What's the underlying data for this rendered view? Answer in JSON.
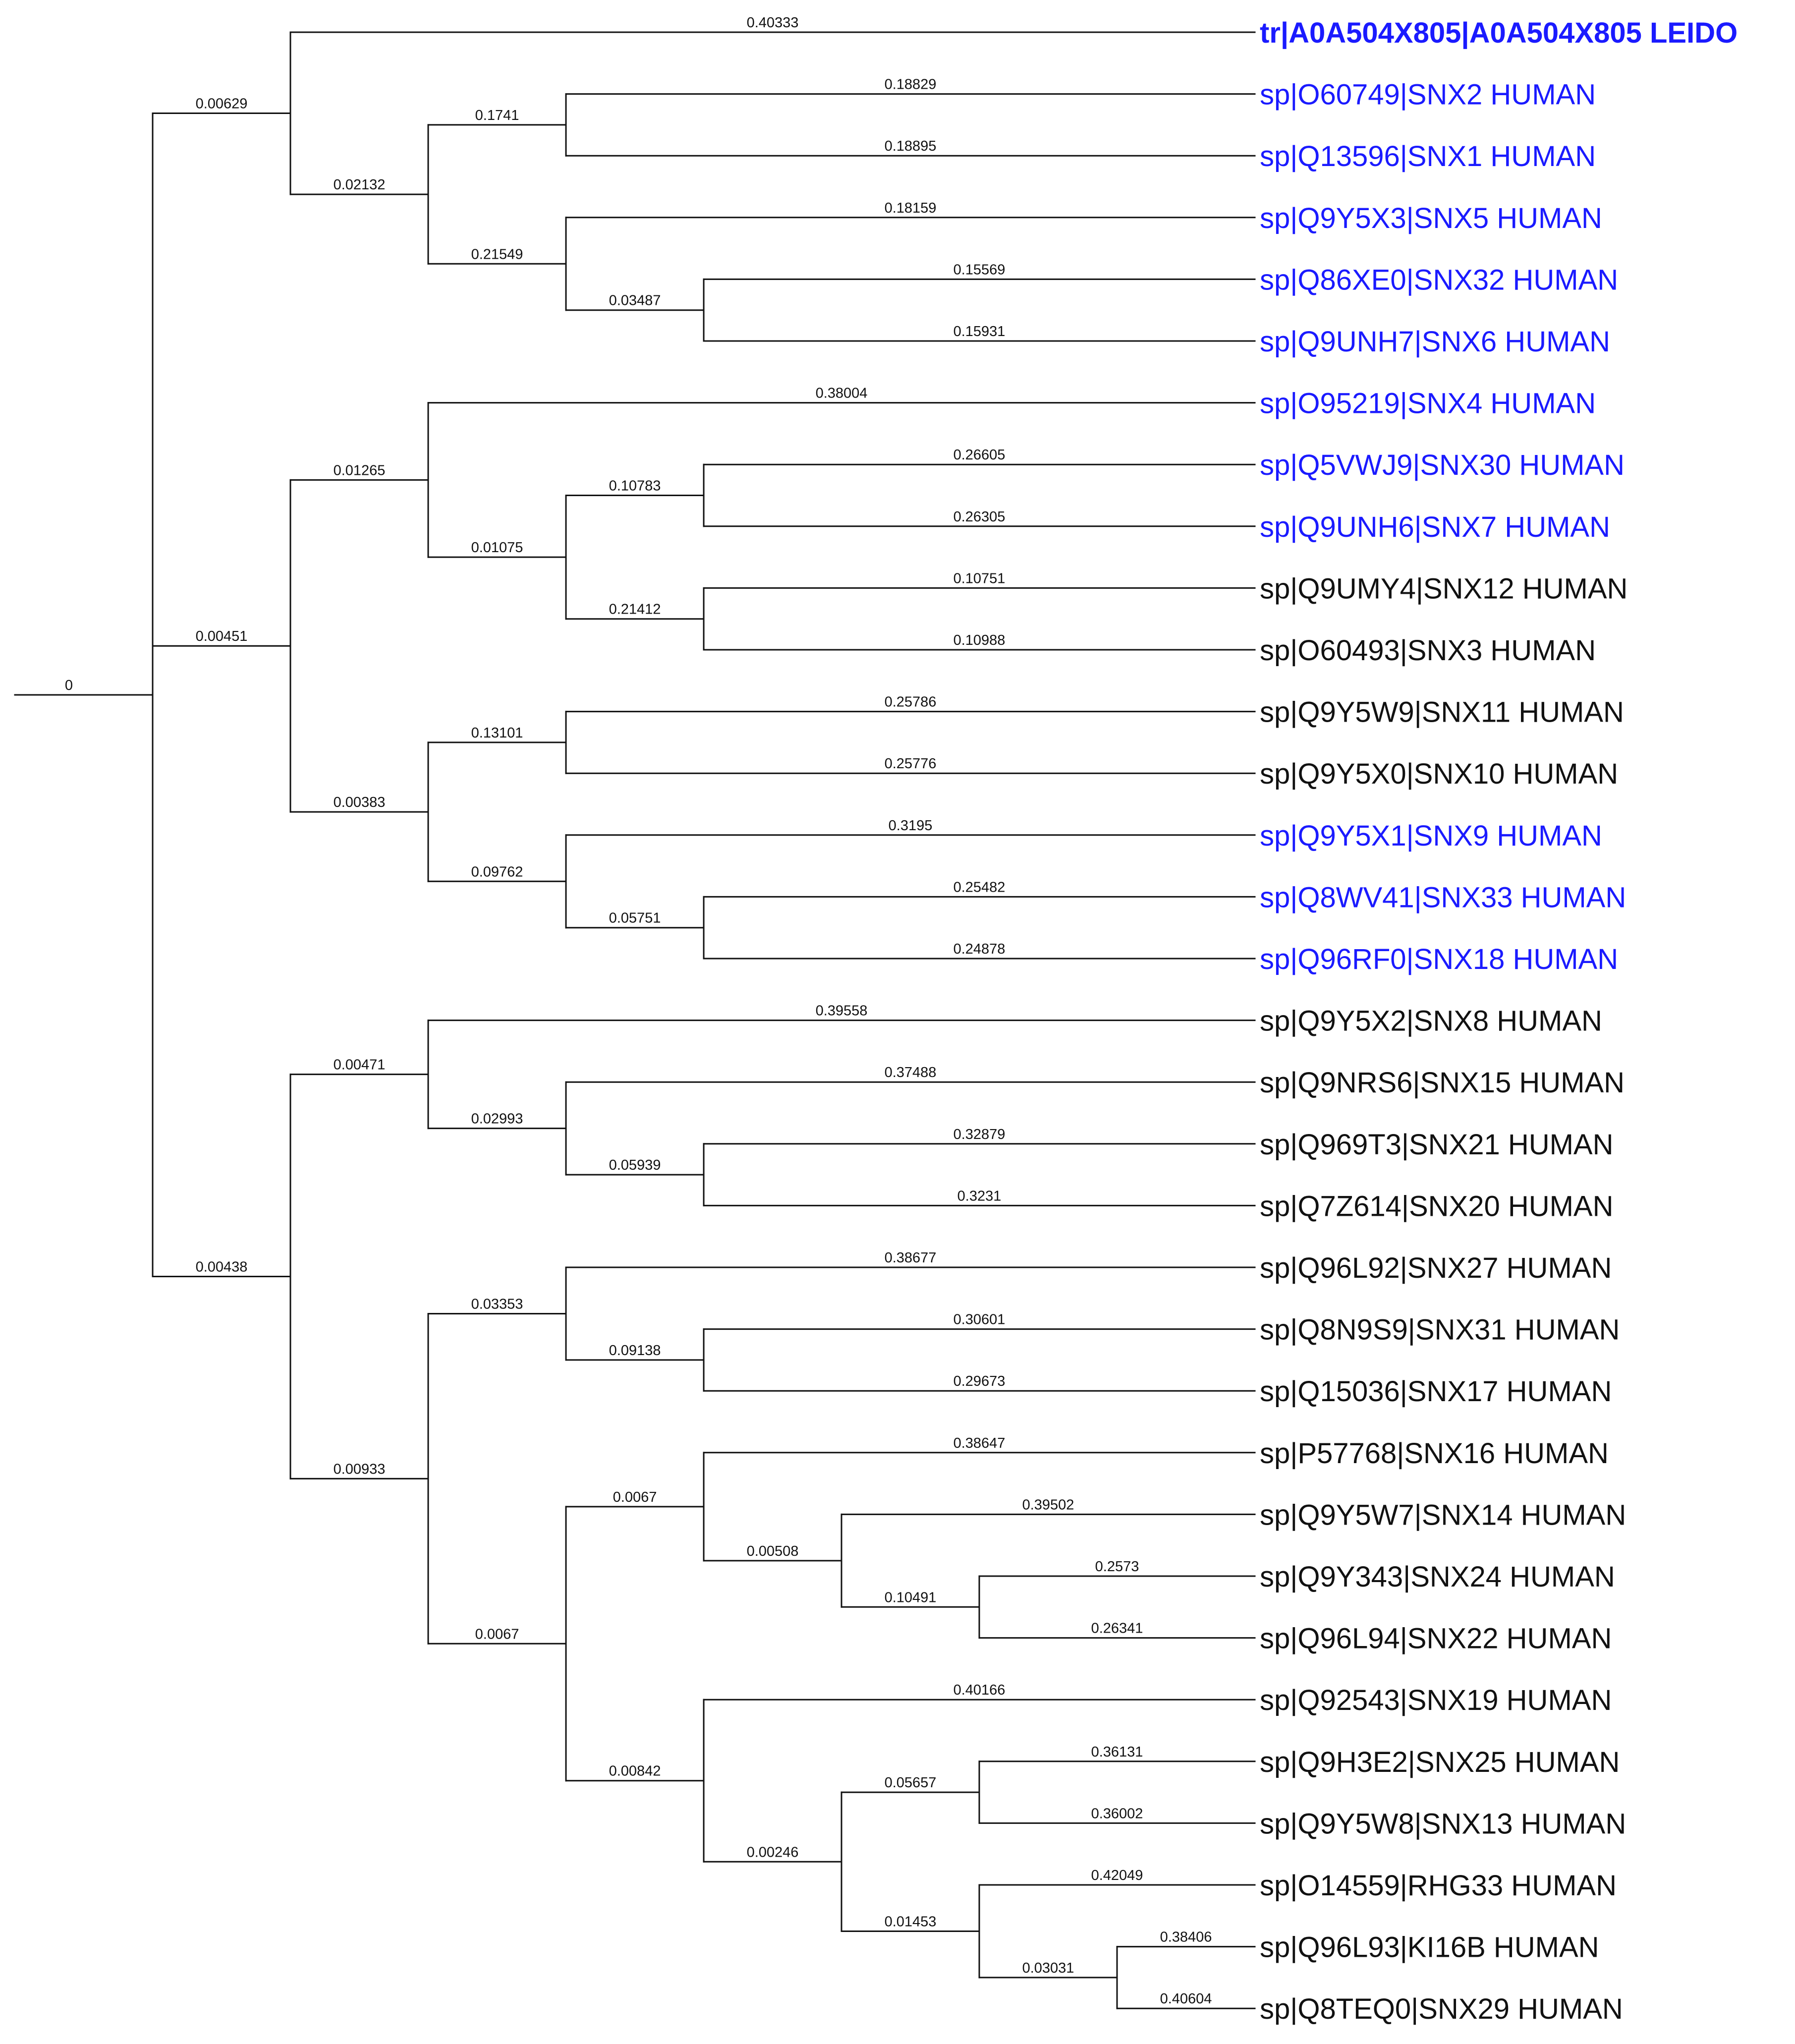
{
  "tree": {
    "root_label": "0",
    "colors": {
      "highlight": "#1a1aff",
      "default": "#111111"
    },
    "leaves": [
      {
        "name": "tr|A0A504X805|A0A504X805 LEIDO",
        "color": "blue",
        "bold": true
      },
      {
        "name": "sp|O60749|SNX2 HUMAN",
        "color": "blue"
      },
      {
        "name": "sp|Q13596|SNX1 HUMAN",
        "color": "blue"
      },
      {
        "name": "sp|Q9Y5X3|SNX5 HUMAN",
        "color": "blue"
      },
      {
        "name": "sp|Q86XE0|SNX32 HUMAN",
        "color": "blue"
      },
      {
        "name": "sp|Q9UNH7|SNX6 HUMAN",
        "color": "blue"
      },
      {
        "name": "sp|O95219|SNX4 HUMAN",
        "color": "blue"
      },
      {
        "name": "sp|Q5VWJ9|SNX30 HUMAN",
        "color": "blue"
      },
      {
        "name": "sp|Q9UNH6|SNX7 HUMAN",
        "color": "blue"
      },
      {
        "name": "sp|Q9UMY4|SNX12 HUMAN",
        "color": "black"
      },
      {
        "name": "sp|O60493|SNX3 HUMAN",
        "color": "black"
      },
      {
        "name": "sp|Q9Y5W9|SNX11 HUMAN",
        "color": "black"
      },
      {
        "name": "sp|Q9Y5X0|SNX10 HUMAN",
        "color": "black"
      },
      {
        "name": "sp|Q9Y5X1|SNX9 HUMAN",
        "color": "blue"
      },
      {
        "name": "sp|Q8WV41|SNX33 HUMAN",
        "color": "blue"
      },
      {
        "name": "sp|Q96RF0|SNX18 HUMAN",
        "color": "blue"
      },
      {
        "name": "sp|Q9Y5X2|SNX8 HUMAN",
        "color": "black"
      },
      {
        "name": "sp|Q9NRS6|SNX15 HUMAN",
        "color": "black"
      },
      {
        "name": "sp|Q969T3|SNX21 HUMAN",
        "color": "black"
      },
      {
        "name": "sp|Q7Z614|SNX20 HUMAN",
        "color": "black"
      },
      {
        "name": "sp|Q96L92|SNX27 HUMAN",
        "color": "black"
      },
      {
        "name": "sp|Q8N9S9|SNX31 HUMAN",
        "color": "black"
      },
      {
        "name": "sp|Q15036|SNX17 HUMAN",
        "color": "black"
      },
      {
        "name": "sp|P57768|SNX16 HUMAN",
        "color": "black"
      },
      {
        "name": "sp|Q9Y5W7|SNX14 HUMAN",
        "color": "black"
      },
      {
        "name": "sp|Q9Y343|SNX24 HUMAN",
        "color": "black"
      },
      {
        "name": "sp|Q96L94|SNX22 HUMAN",
        "color": "black"
      },
      {
        "name": "sp|Q92543|SNX19 HUMAN",
        "color": "black"
      },
      {
        "name": "sp|Q9H3E2|SNX25 HUMAN",
        "color": "black"
      },
      {
        "name": "sp|Q9Y5W8|SNX13 HUMAN",
        "color": "black"
      },
      {
        "name": "sp|O14559|RHG33 HUMAN",
        "color": "black"
      },
      {
        "name": "sp|Q96L93|KI16B HUMAN",
        "color": "black"
      },
      {
        "name": "sp|Q8TEQ0|SNX29 HUMAN",
        "color": "black"
      }
    ],
    "clades": [
      {
        "label": "0.00629",
        "children": [
          {
            "label": "0.40333",
            "leaf": 0
          },
          {
            "label": "0.02132",
            "children": [
              {
                "label": "0.1741",
                "children": [
                  {
                    "label": "0.18829",
                    "leaf": 1
                  },
                  {
                    "label": "0.18895",
                    "leaf": 2
                  }
                ]
              },
              {
                "label": "0.21549",
                "children": [
                  {
                    "label": "0.18159",
                    "leaf": 3
                  },
                  {
                    "label": "0.03487",
                    "children": [
                      {
                        "label": "0.15569",
                        "leaf": 4
                      },
                      {
                        "label": "0.15931",
                        "leaf": 5
                      }
                    ]
                  }
                ]
              }
            ]
          }
        ]
      },
      {
        "label": "0.00451",
        "children": [
          {
            "label": "0.01265",
            "children": [
              {
                "label": "0.38004",
                "leaf": 6
              },
              {
                "label": "0.01075",
                "children": [
                  {
                    "label": "0.10783",
                    "children": [
                      {
                        "label": "0.26605",
                        "leaf": 7
                      },
                      {
                        "label": "0.26305",
                        "leaf": 8
                      }
                    ]
                  },
                  {
                    "label": "0.21412",
                    "children": [
                      {
                        "label": "0.10751",
                        "leaf": 9
                      },
                      {
                        "label": "0.10988",
                        "leaf": 10
                      }
                    ]
                  }
                ]
              }
            ]
          },
          {
            "label": "0.00383",
            "children": [
              {
                "label": "0.13101",
                "children": [
                  {
                    "label": "0.25786",
                    "leaf": 11
                  },
                  {
                    "label": "0.25776",
                    "leaf": 12
                  }
                ]
              },
              {
                "label": "0.09762",
                "children": [
                  {
                    "label": "0.3195",
                    "leaf": 13
                  },
                  {
                    "label": "0.05751",
                    "children": [
                      {
                        "label": "0.25482",
                        "leaf": 14
                      },
                      {
                        "label": "0.24878",
                        "leaf": 15
                      }
                    ]
                  }
                ]
              }
            ]
          }
        ]
      },
      {
        "label": "0.00438",
        "children": [
          {
            "label": "0.00471",
            "children": [
              {
                "label": "0.39558",
                "leaf": 16
              },
              {
                "label": "0.02993",
                "children": [
                  {
                    "label": "0.37488",
                    "leaf": 17
                  },
                  {
                    "label": "0.05939",
                    "children": [
                      {
                        "label": "0.32879",
                        "leaf": 18
                      },
                      {
                        "label": "0.3231",
                        "leaf": 19
                      }
                    ]
                  }
                ]
              }
            ]
          },
          {
            "label": "0.00933",
            "children": [
              {
                "label": "0.03353",
                "children": [
                  {
                    "label": "0.38677",
                    "leaf": 20
                  },
                  {
                    "label": "0.09138",
                    "children": [
                      {
                        "label": "0.30601",
                        "leaf": 21
                      },
                      {
                        "label": "0.29673",
                        "leaf": 22
                      }
                    ]
                  }
                ]
              },
              {
                "label": "0.0067",
                "children": [
                  {
                    "label": "0.0067",
                    "children": [
                      {
                        "label": "0.38647",
                        "leaf": 23
                      },
                      {
                        "label": "0.00508",
                        "children": [
                          {
                            "label": "0.39502",
                            "leaf": 24
                          },
                          {
                            "label": "0.10491",
                            "children": [
                              {
                                "label": "0.2573",
                                "leaf": 25
                              },
                              {
                                "label": "0.26341",
                                "leaf": 26
                              }
                            ]
                          }
                        ]
                      }
                    ]
                  },
                  {
                    "label": "0.00842",
                    "children": [
                      {
                        "label": "0.40166",
                        "leaf": 27
                      },
                      {
                        "label": "0.00246",
                        "children": [
                          {
                            "label": "0.05657",
                            "children": [
                              {
                                "label": "0.36131",
                                "leaf": 28
                              },
                              {
                                "label": "0.36002",
                                "leaf": 29
                              }
                            ]
                          },
                          {
                            "label": "0.01453",
                            "children": [
                              {
                                "label": "0.42049",
                                "leaf": 30
                              },
                              {
                                "label": "0.03031",
                                "children": [
                                  {
                                    "label": "0.38406",
                                    "leaf": 31
                                  },
                                  {
                                    "label": "0.40604",
                                    "leaf": 32
                                  }
                                ]
                              }
                            ]
                          }
                        ]
                      }
                    ]
                  }
                ]
              }
            ]
          }
        ]
      }
    ]
  }
}
